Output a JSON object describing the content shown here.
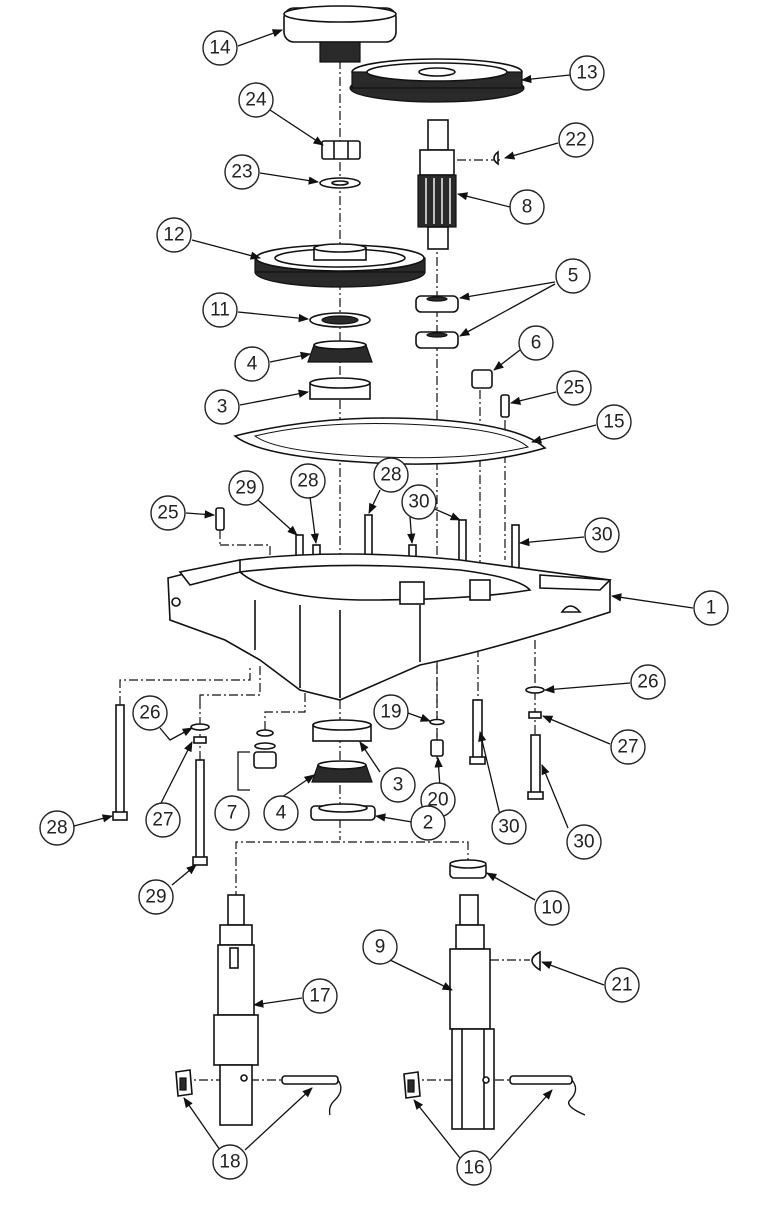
{
  "callouts": [
    {
      "label": "14"
    },
    {
      "label": "13"
    },
    {
      "label": "24"
    },
    {
      "label": "22"
    },
    {
      "label": "23"
    },
    {
      "label": "8"
    },
    {
      "label": "12"
    },
    {
      "label": "5"
    },
    {
      "label": "11"
    },
    {
      "label": "6"
    },
    {
      "label": "4"
    },
    {
      "label": "25"
    },
    {
      "label": "3"
    },
    {
      "label": "15"
    },
    {
      "label": "29"
    },
    {
      "label": "28"
    },
    {
      "label": "28"
    },
    {
      "label": "25"
    },
    {
      "label": "30"
    },
    {
      "label": "30"
    },
    {
      "label": "1"
    },
    {
      "label": "26"
    },
    {
      "label": "26"
    },
    {
      "label": "19"
    },
    {
      "label": "27"
    },
    {
      "label": "7"
    },
    {
      "label": "3"
    },
    {
      "label": "20"
    },
    {
      "label": "30"
    },
    {
      "label": "4"
    },
    {
      "label": "28"
    },
    {
      "label": "27"
    },
    {
      "label": "2"
    },
    {
      "label": "30"
    },
    {
      "label": "29"
    },
    {
      "label": "10"
    },
    {
      "label": "9"
    },
    {
      "label": "21"
    },
    {
      "label": "17"
    },
    {
      "label": "18"
    },
    {
      "label": "16"
    }
  ]
}
